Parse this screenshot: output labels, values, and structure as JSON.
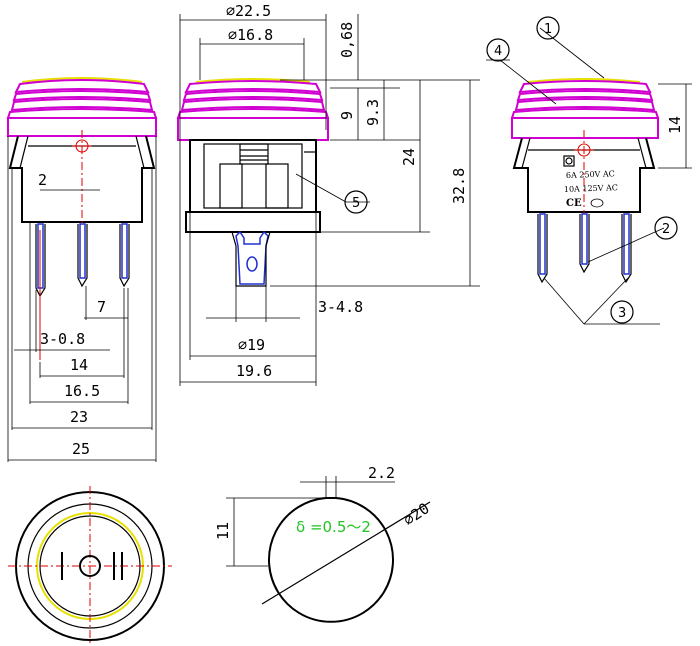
{
  "dimensions": {
    "d22_5": "⌀22.5",
    "d16_8": "⌀16.8",
    "d0_68": "0,68",
    "d9": "9",
    "d9_3": "9.3",
    "d24": "24",
    "d32_8": "32.8",
    "d14_right": "14",
    "d2_left": "2",
    "d7": "7",
    "d3_0_8": "3-0.8",
    "d14_left": "14",
    "d16_5": "16.5",
    "d23": "23",
    "d25": "25",
    "d3_4_8": "3-4.8",
    "d19": "⌀19",
    "d19_6": "19.6",
    "d2_2": "2.2",
    "d11": "11",
    "d20": "⌀20"
  },
  "callouts": [
    "1",
    "2",
    "3",
    "4",
    "5"
  ],
  "switch_marking": {
    "line1": "6A 250V AC",
    "line2": "10A 125V AC"
  },
  "panel_cutout_note": "δ =0.5～2",
  "colors": {
    "rocker": "#d000d0",
    "top_edge": "#e8e000",
    "center_lines": "#e00000",
    "terminals": "#2030d0",
    "note": "#22c322"
  }
}
